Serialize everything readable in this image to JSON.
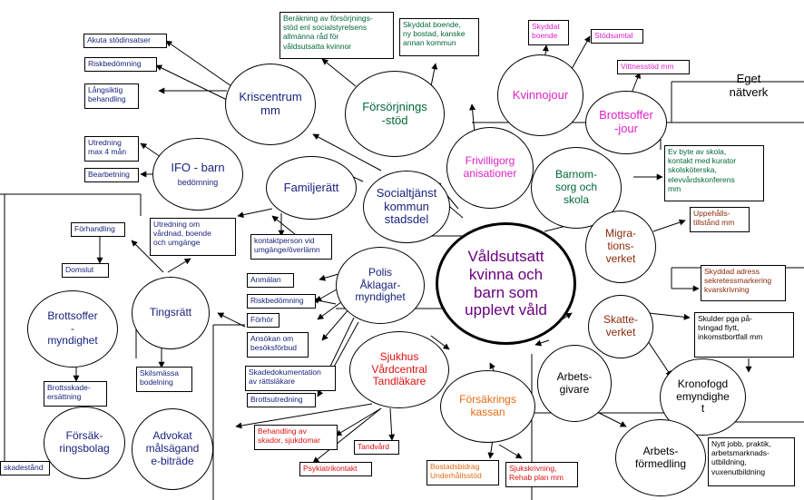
{
  "colors": {
    "navy": "#1a237e",
    "magenta": "#e020c8",
    "green": "#006837",
    "brown": "#8b2a0a",
    "orange": "#e86a10",
    "red": "#e01010",
    "purple": "#6a0080"
  },
  "center": "Våldsutsatt\nkvinna och\nbarn som\nupplevt våld",
  "nodes": {
    "kriscentrum": "Kriscentrum\nmm",
    "forsorjningsstod": "Försörjnings\n-stöd",
    "kvinnojour": "Kvinnojour",
    "brottsofferjour": "Brottsoffer\n-jour",
    "eget_natverk": "Eget\nnätverk",
    "ifo_barn": "IFO - barn",
    "ifo_barn_sub": "bedömning",
    "familjeratt": "Familjerätt",
    "socialtjanst": "Socialtjänst\nkommun\nstadsdel",
    "frivilligorganisationer": "Frivilligorg\nanisationer",
    "barnomsorg": "Barnom-\nsorg och\nskola",
    "migrationsverket": "Migra-\ntions-\nverket",
    "polis": "Polis\nÅklagar-\nmyndighet",
    "tingsratt": "Tingsrätt",
    "brottsoffermyndighet": "Brottsoffer\n-\nmyndighet",
    "sjukhus": "Sjukhus\nVårdcentral\nTandläkare",
    "skatteverket": "Skatte-\nverket",
    "forsakringskassan": "Försäkrings\nkassan",
    "arbetsgivare": "Arbets-\ngivare",
    "kronofogd": "Kronofogd\nemyndighe\nt",
    "forsakringsbolag": "Försäk-\nringsbolag",
    "advokat": "Advokat\nmålsägand\ne-biträde",
    "arbetsformedling": "Arbets-\nförmedling"
  },
  "boxes": {
    "akuta_stodinsatser": "Akuta stödinsatser",
    "riskbedomning_kris": "Riskbedömning",
    "langsiktig_behandling": "Långsiktig\nbehandling",
    "berakning": "Beräkning av försörjnings-\nstöd enl socialstyrelsens\nallmänna råd för\nvåldsutsatta kvinnor",
    "skyddat_boende_kommun": "Skyddat boende,\nny bostad, kanske\nannan kommun",
    "skyddat_boende_jour": "Skyddat\nboende",
    "stodsamtal": "Stödsamtal",
    "vittnesstod": "Vittnesstöd mm",
    "utredning_4man": "Utredning\nmax 4 mån",
    "bearbetning": "Bearbetning",
    "skolbyte": "Ev byte av skola,\nkontakt med kurator\nskolsköterska,\nelevvårdskonferens\nmm",
    "forhandling": "Förhandling",
    "utredning_vardnad": "Utredning om\nvårdnad, boende\noch umgänge",
    "kontaktperson": "kontaktperson vid\numgänge/överlämn",
    "uppehallstillstand": "Uppehålls-\ntillstånd mm",
    "domslut": "Domslut",
    "anmalan": "Anmälan",
    "riskbedomning_polis": "Riskbedömning",
    "forhor": "Förhör",
    "ansokan_besoksforbud": "Ansökan om\nbesöksförbud",
    "skyddad_adress": "Skyddad adress\nsekretessmarkering\nkvarskrivning",
    "skulder": "Skulder pga på-\ntvingad flytt,\ninkomstbortfall mm",
    "skilsmassa": "Skilsmässa\nbodelning",
    "brottsskadeersattning": "Brottsskade-\nersättning",
    "skadedokumentation": "Skadedokumentation\nav rättsläkare",
    "brottsutredning": "Brottsutredning",
    "behandling_skador": "Behandling av\nskador, sjukdomar",
    "tandvard": "Tandvård",
    "psykiatrikontakt": "Psykiatrikontakt",
    "bostadsbidrag": "Bostadsbidrag\nUnderhållsstöd",
    "sjukskrivning": "Sjukskrivning,\nRehab plan mm",
    "nytt_jobb": "Nytt jobb, praktik,\narbetsmarknads-\nutbildning,\nvuxenutbildning",
    "skadestand": "skadestånd"
  }
}
